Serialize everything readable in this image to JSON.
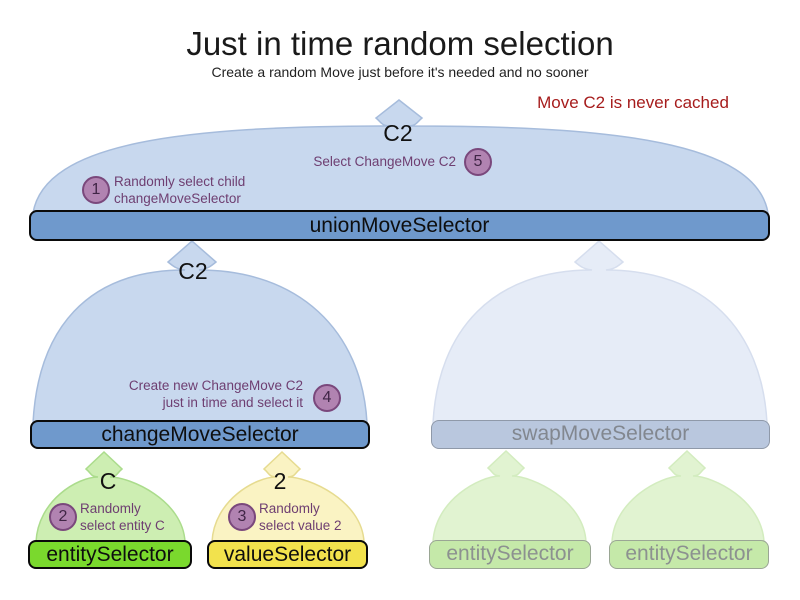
{
  "title": "Just in time random selection",
  "subtitle": "Create a random Move just before it's needed and no sooner",
  "note": {
    "text": "Move C2 is never cached",
    "color": "#a61c1c"
  },
  "labels": {
    "move_top": "C2",
    "move_mid": "C2",
    "entity_pick": "C",
    "value_pick": "2"
  },
  "selectors": {
    "union": {
      "label": "unionMoveSelector"
    },
    "change": {
      "label": "changeMoveSelector"
    },
    "swap": {
      "label": "swapMoveSelector",
      "faded": true
    },
    "entity": {
      "label": "entitySelector"
    },
    "value": {
      "label": "valueSelector"
    },
    "entity_faded_1": {
      "label": "entitySelector",
      "faded": true
    },
    "entity_faded_2": {
      "label": "entitySelector",
      "faded": true
    }
  },
  "steps": [
    {
      "num": "1",
      "text": "Randomly select child\nchangeMoveSelector"
    },
    {
      "num": "2",
      "text": "Randomly\nselect entity C"
    },
    {
      "num": "3",
      "text": "Randomly\nselect value 2"
    },
    {
      "num": "4",
      "text": "Create new ChangeMove C2\njust in time and select it"
    },
    {
      "num": "5",
      "text": "Select ChangeMove C2"
    }
  ],
  "palette": {
    "dome_blue": "#c8d8ee",
    "dome_blue_stroke": "#a6bcdc",
    "dome_blue_faded": "#e6ecf7",
    "dome_blue_faded_stroke": "#d6deee",
    "dome_green": "#cdeeb2",
    "dome_green_stroke": "#abdc8c",
    "dome_green_faded": "#e1f3d1",
    "dome_green_faded_stroke": "#d3ecbf",
    "dome_yellow": "#faf3c3",
    "dome_yellow_stroke": "#e6db90",
    "bar_blue": "#6f99cc",
    "bar_blue_faded": "#b9c7de",
    "bar_green": "#7ad92d",
    "bar_yellow": "#f2e24d",
    "bar_green_faded": "#c5e9a9",
    "circle_fill": "#b183b1",
    "circle_stroke": "#7a487c",
    "step_text": "#6e3e71",
    "note_red": "#a61c1c"
  }
}
